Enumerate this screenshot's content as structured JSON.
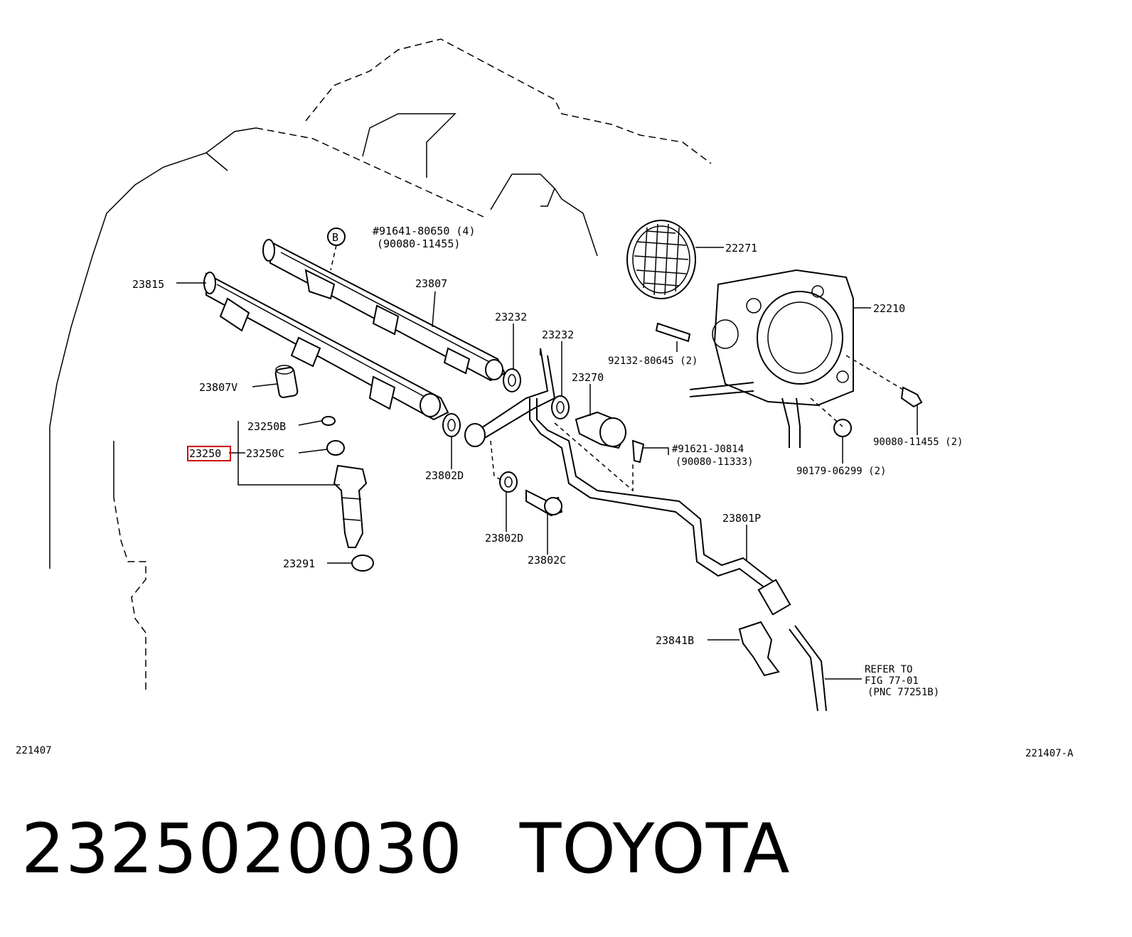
{
  "labels": {
    "p23815": "23815",
    "p23807": "23807",
    "b_circle": "B",
    "p91641": "#91641-80650 (4)",
    "p90080a": "(90080-11455)",
    "p22271": "22271",
    "p22210": "22210",
    "p23232a": "23232",
    "p23232b": "23232",
    "p92132": "92132-80645 (2)",
    "p23270": "23270",
    "p23807v": "23807V",
    "p23250b": "23250B",
    "p23250": "23250",
    "p23250c": "23250C",
    "p23802d_a": "23802D",
    "p91621": "#91621-J0814",
    "p90080b": "(90080-11333)",
    "p90080c": "90080-11455 (2)",
    "p90179": "90179-06299 (2)",
    "p23801p": "23801P",
    "p23802d_b": "23802D",
    "p23802c": "23802C",
    "p23291": "23291",
    "p23841b": "23841B",
    "refer1": "REFER TO",
    "refer2": "FIG 77-01",
    "refer3": "(PNC 77251B)",
    "code_left": "221407",
    "code_right": "221407-A"
  },
  "footer": {
    "part_number": "2325020030",
    "brand": "TOYOTA"
  },
  "colors": {
    "highlight": "#d00000"
  }
}
